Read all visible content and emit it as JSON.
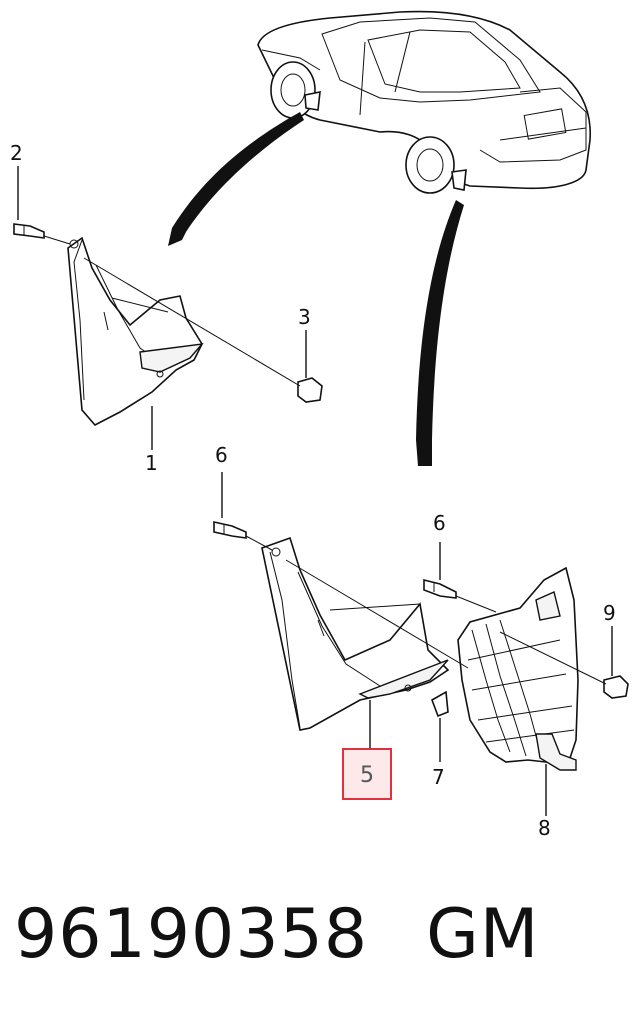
{
  "callouts": {
    "c1": "1",
    "c2": "2",
    "c3": "3",
    "c5": "5",
    "c6a": "6",
    "c6b": "6",
    "c7": "7",
    "c8": "8",
    "c9": "9"
  },
  "highlight_color": "#e0323c",
  "caption": {
    "part_number": "96190358",
    "brand": "GM"
  }
}
